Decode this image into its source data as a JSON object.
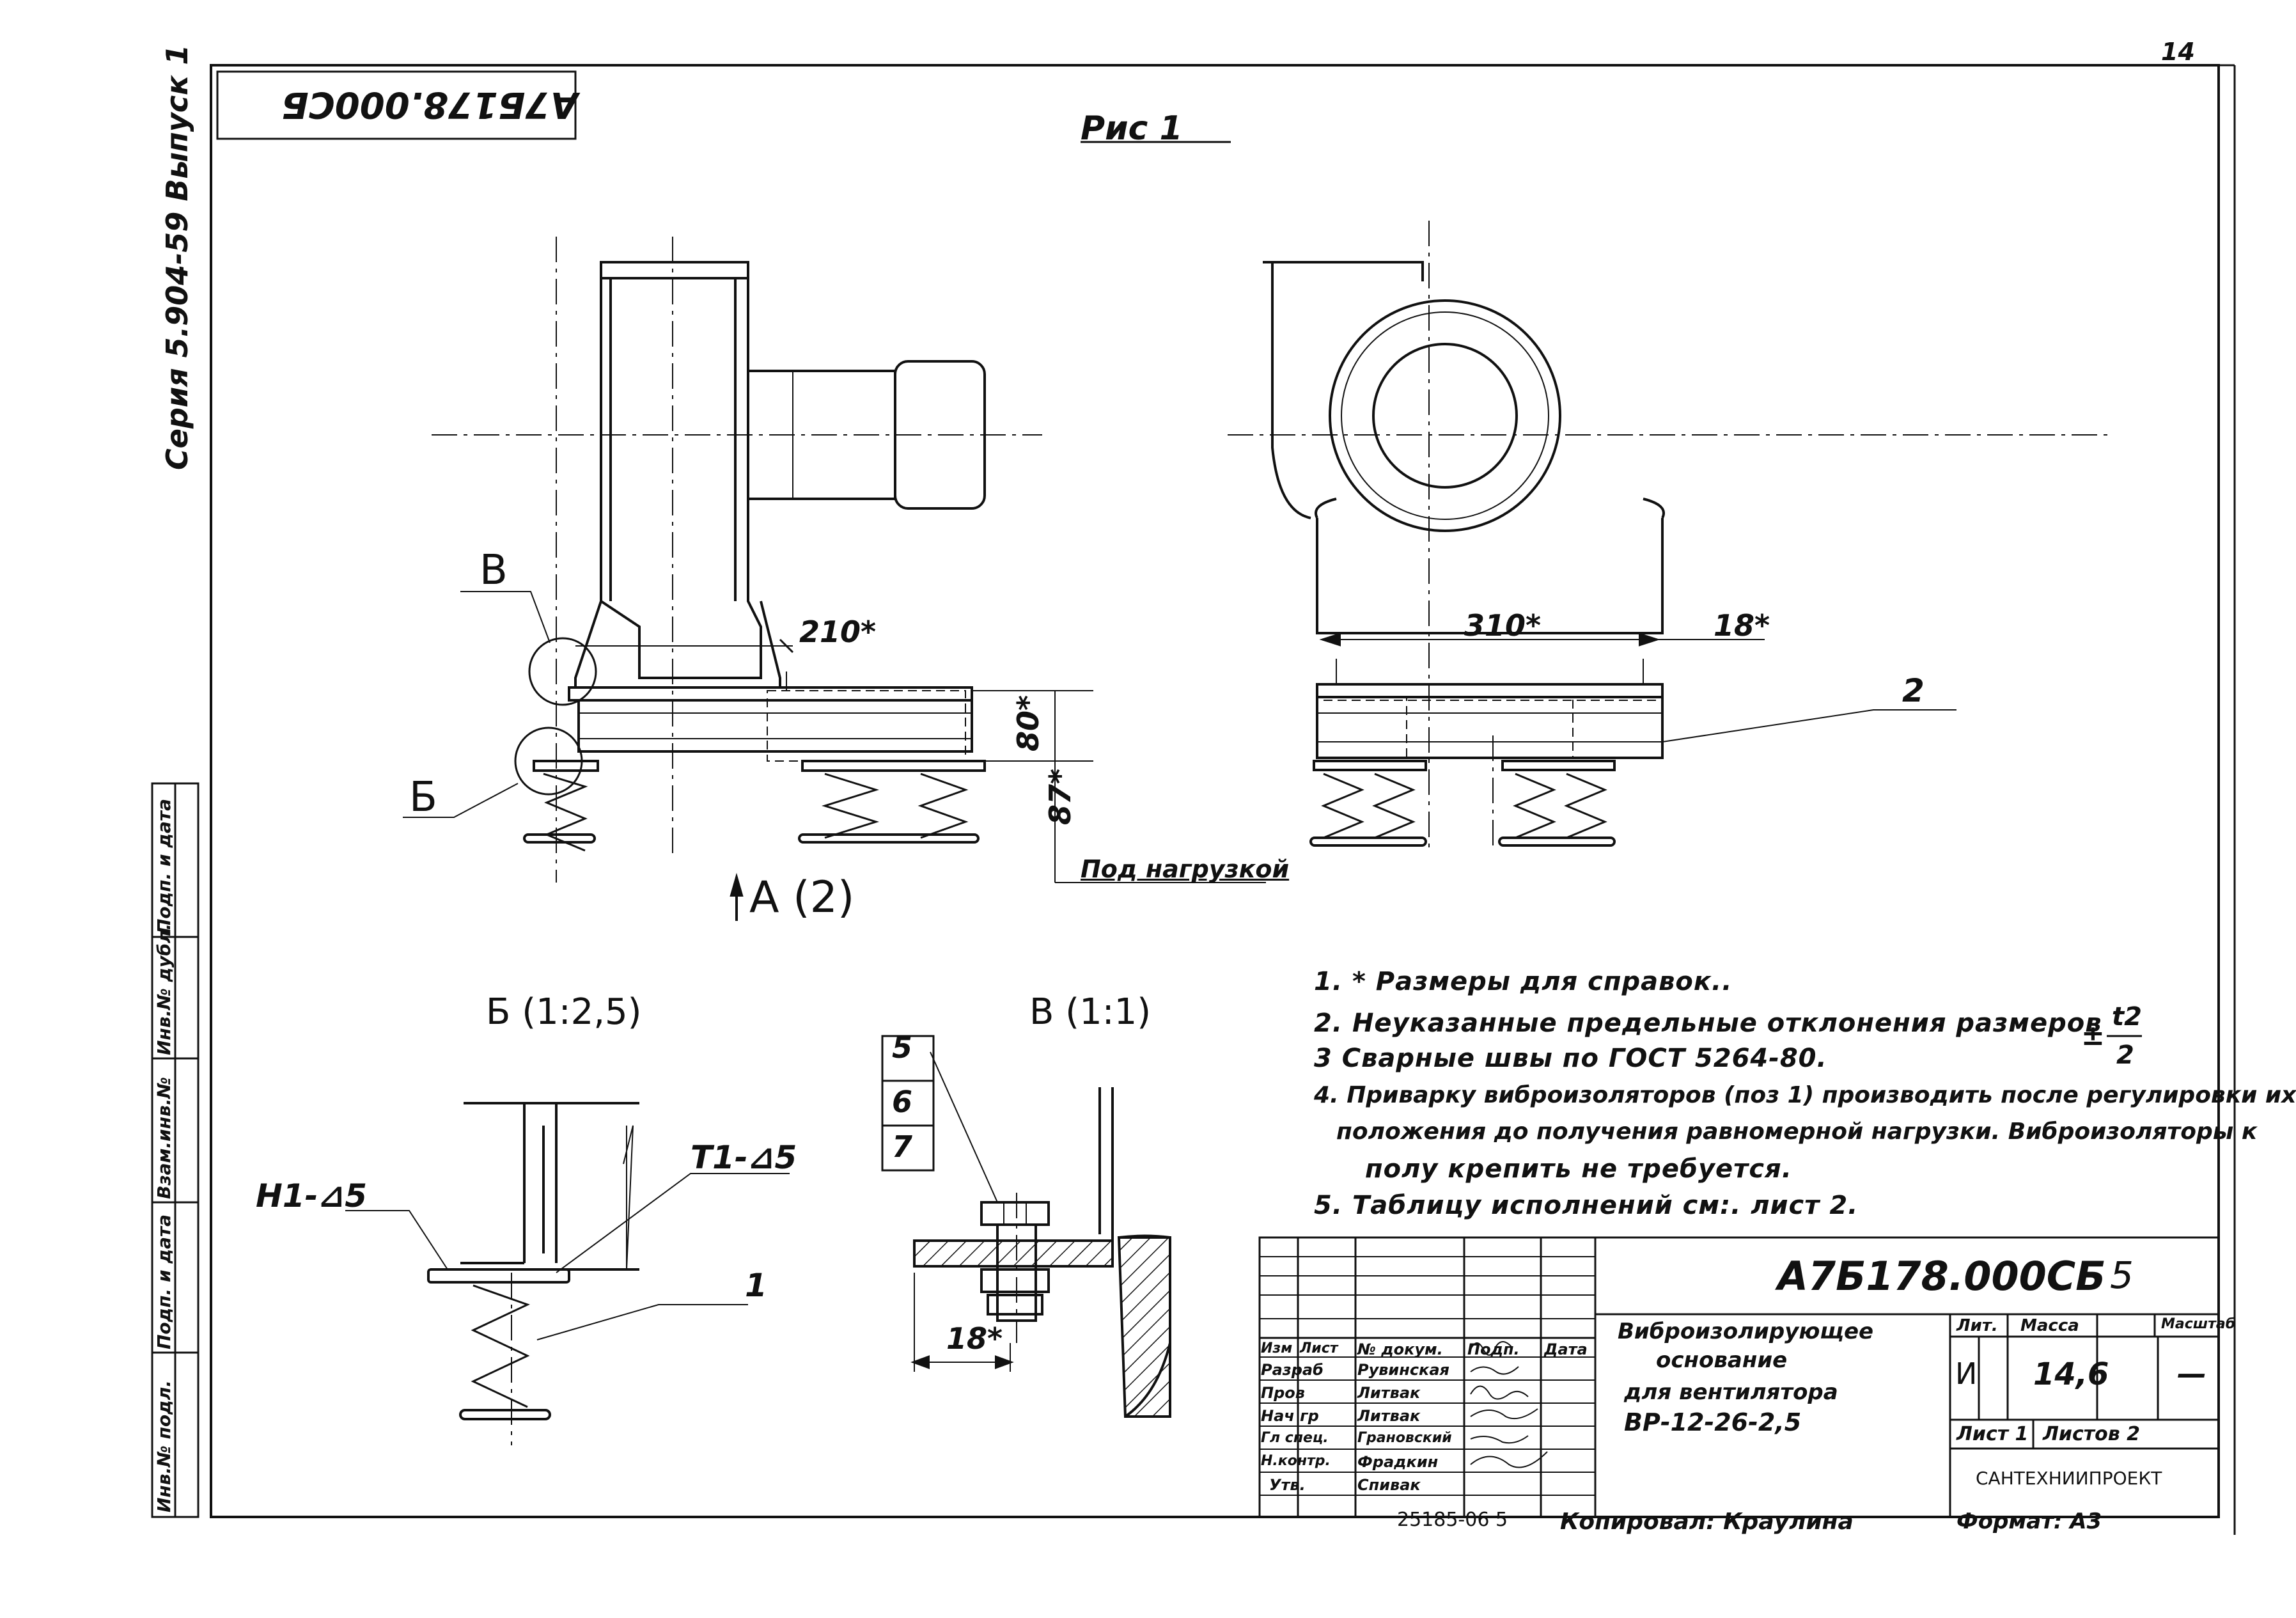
{
  "page_number": "14",
  "designation_stamp_rotated": "А7Б178.000СБ",
  "series_side": "Серия 5.904-59  Выпуск 1",
  "figure_title": "Рис 1",
  "views": {
    "left_callout_v": "В",
    "left_callout_b": "Б",
    "dim_210": "210*",
    "dim_80": "80*",
    "dim_87": "87*",
    "view_arrow": "А (2)",
    "under_load": "Под нагрузкой",
    "dim_310": "310*",
    "dim_18_top": "18*",
    "pos_2": "2"
  },
  "details": {
    "b_title": "Б (1:2,5)",
    "v_title": "В (1:1)",
    "weld_h1": "Н1-⊿5",
    "weld_t1": "Т1-⊿5",
    "pos_1": "1",
    "pos_5": "5",
    "pos_6": "6",
    "pos_7": "7",
    "dim_18": "18*"
  },
  "notes": [
    "1. * Размеры для  справок..",
    "2. Неуказанные  предельные отклонения  размеров",
    "3  Сварные  швы   по   ГОСТ 5264-80.",
    "4. Приварку виброизоляторов (поз 1) производить после регулировки их",
    "положения до получения равномерной нагрузки. Виброизоляторы к",
    "полу крепить   не  требуется.",
    "5. Таблицу  исполнений  см:.  лист 2."
  ],
  "tolerance_num": "t2",
  "tolerance_den": "2",
  "tolerance_sign": "±",
  "title_block": {
    "designation": "А7Б178.000СБ",
    "copy_num": "5",
    "name_line1": "Виброизолирующее",
    "name_line2": "основание",
    "name_line3": "для  вентилятора",
    "name_line4": "ВР-12-26-2,5",
    "hdr_lit": "Лит.",
    "hdr_mass": "Масса",
    "hdr_scale": "Масштаб",
    "lit_value": "И",
    "mass_value": "14,6",
    "scale_value": "—",
    "sheet": "Лист 1",
    "sheets": "Листов 2",
    "org": "САНТЕХНИИПРОЕКТ",
    "col_izm": "Изм",
    "col_list": "Лист",
    "col_doc": "№ докум.",
    "col_sign": "Подп.",
    "col_date": "Дата",
    "roles": [
      {
        "role": "Разраб",
        "name": "Рувинская"
      },
      {
        "role": "Пров",
        "name": "Литвак"
      },
      {
        "role": "Нач гр",
        "name": "Литвак"
      },
      {
        "role": "Гл спец.",
        "name": "Грановский"
      },
      {
        "role": "Н.контр.",
        "name": "Фрадкин"
      },
      {
        "role": "Утв.",
        "name": "Спивак"
      }
    ]
  },
  "footer": {
    "num": "25185-06   5",
    "copied": "Копировал: Краулина",
    "format": "Формат: А3"
  },
  "side_strip": [
    "Подп. и дата",
    "Инв.№ дубл.",
    "Взам.инв.№",
    "Подп. и дата",
    "Инв.№ подл."
  ]
}
